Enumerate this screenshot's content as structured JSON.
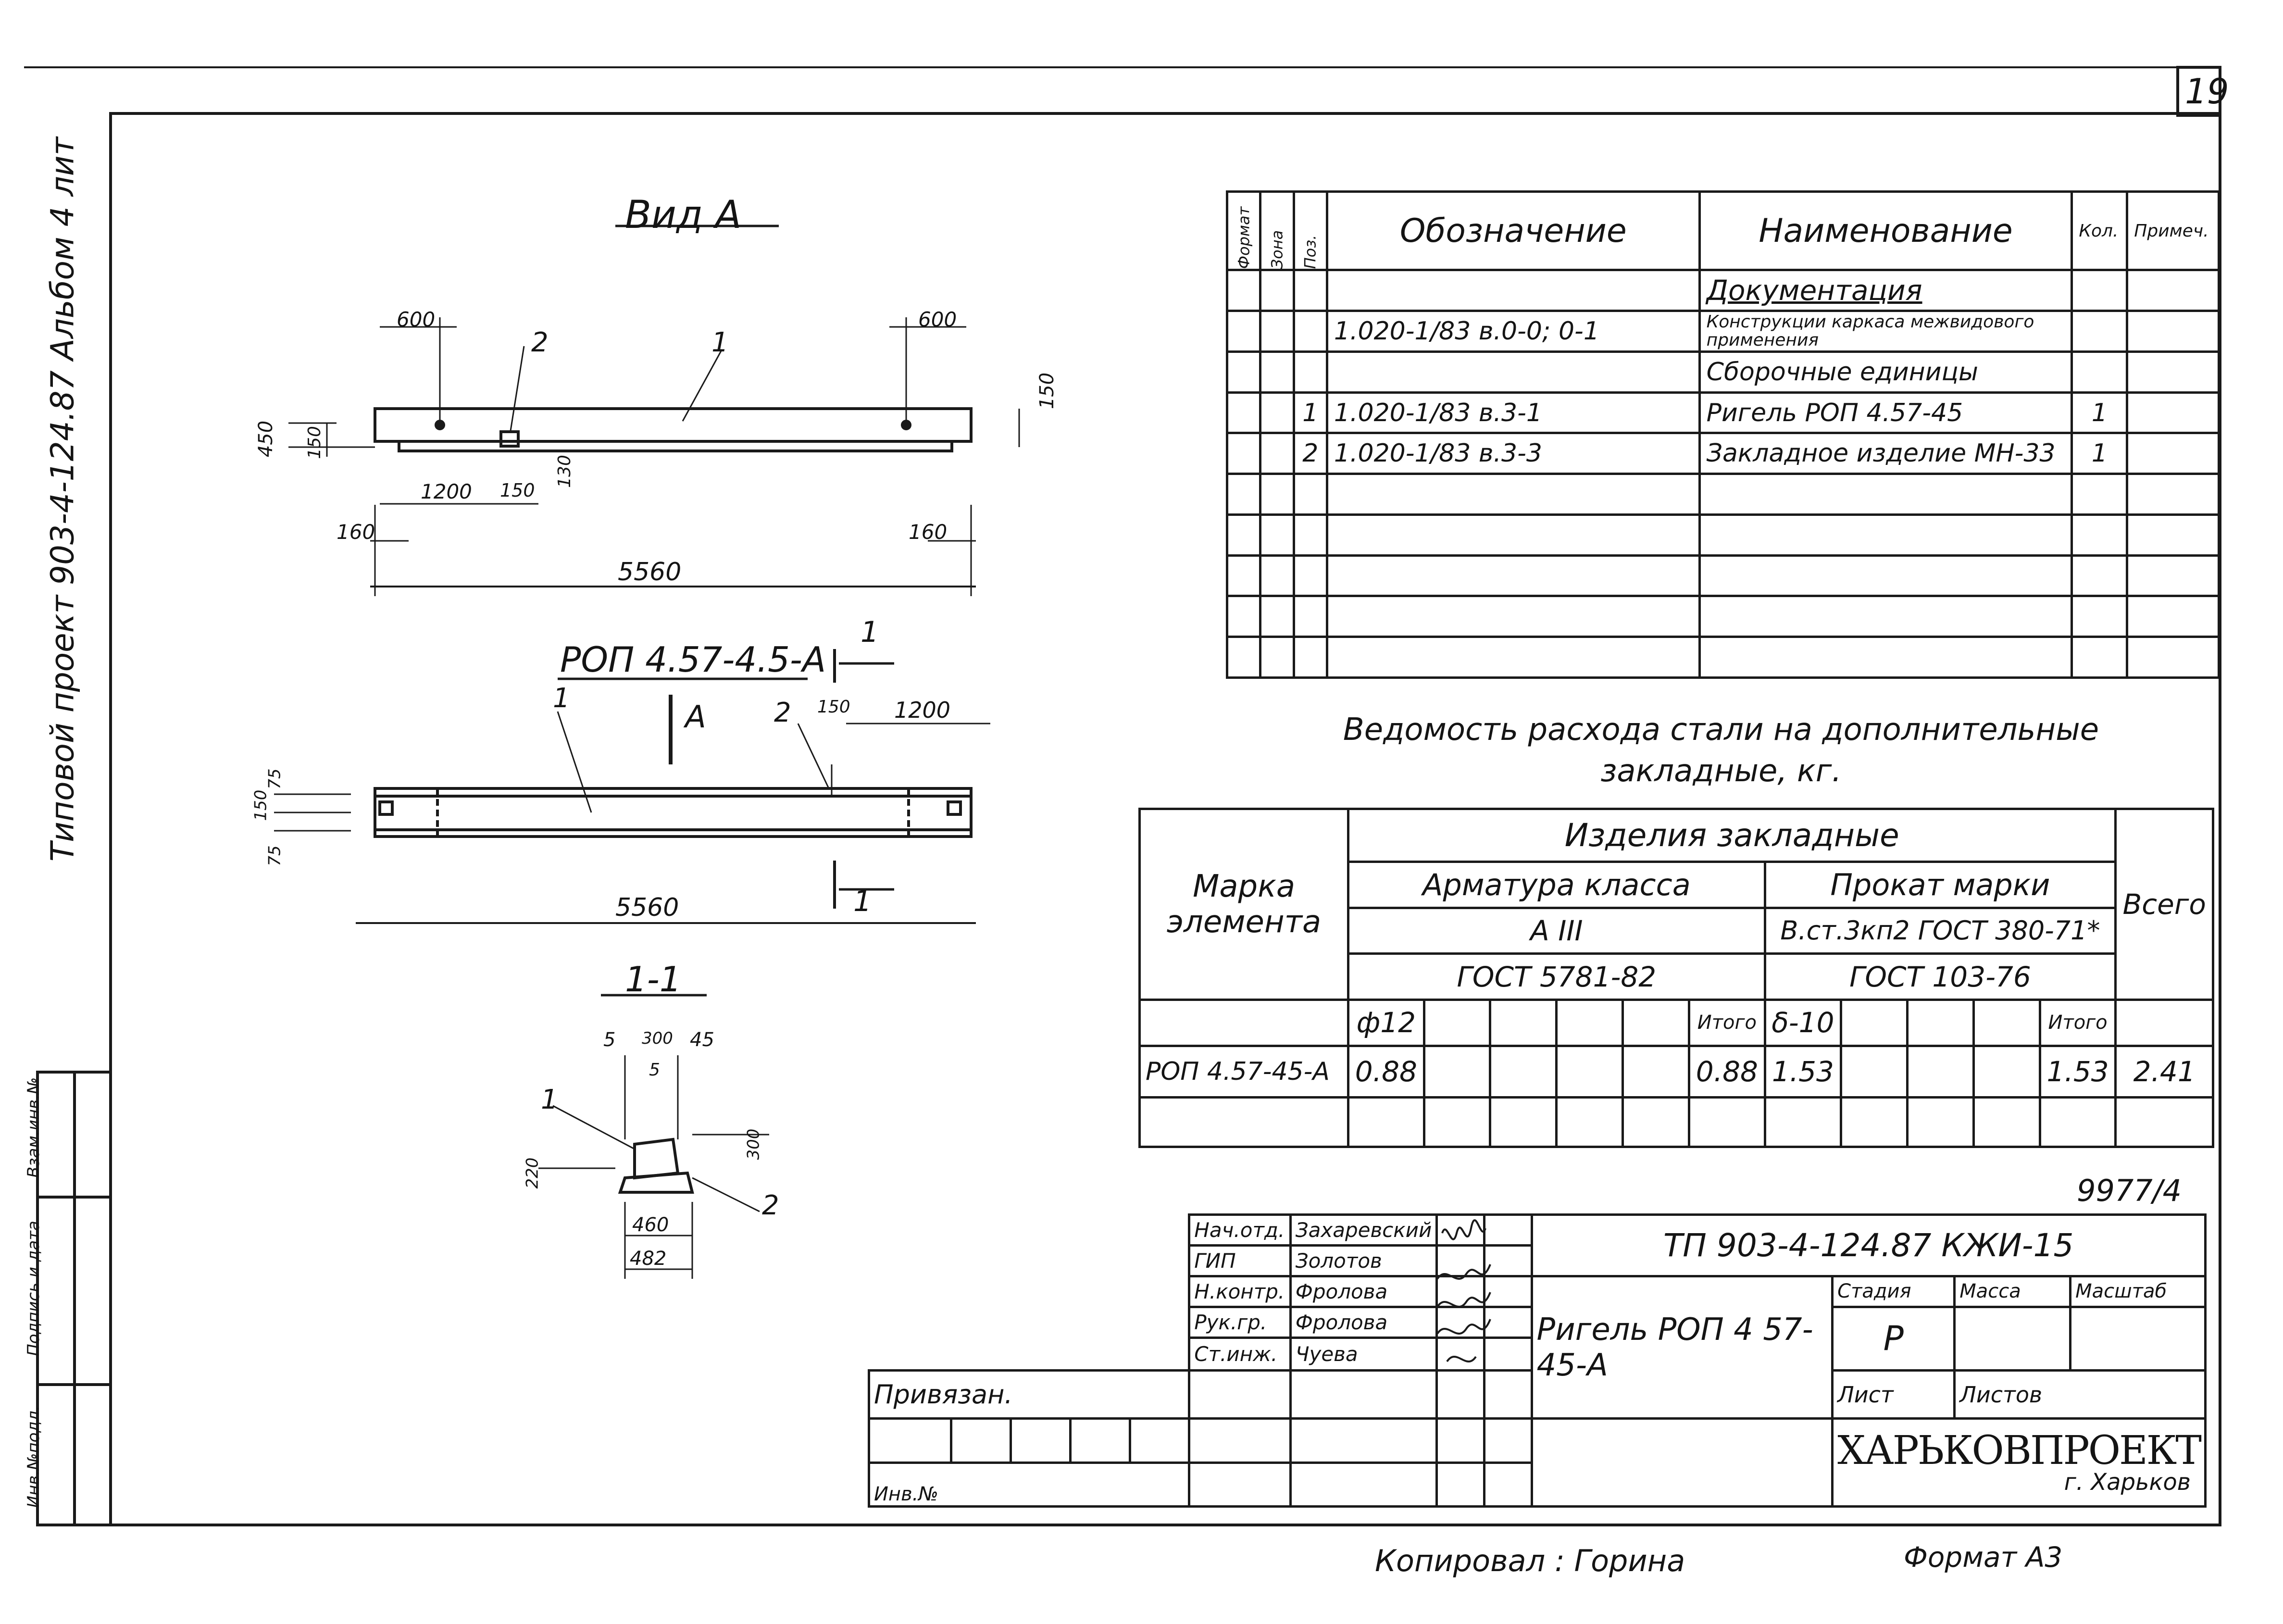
{
  "sheet": {
    "number": "19",
    "side_title": "Типовой проект 903-4-124.87  Альбом 4 лит",
    "side_fields": [
      "Инв.№подл.",
      "Подпись и дата",
      "Взам.инв.№"
    ],
    "copied": "Копировал : Горина",
    "format": "Формат  А3",
    "doc_no": "9977/4"
  },
  "drawings": {
    "view_a_title": "Вид А",
    "plan_title": "РОП 4.57-4.5-А",
    "section_title": "1-1",
    "section_mark": "1",
    "arrow_label": "А",
    "dims_view_a": [
      "600",
      "600",
      "150",
      "450",
      "150",
      "130",
      "1200",
      "150",
      "160",
      "160",
      "5560"
    ],
    "dims_plan": [
      "150",
      "1200",
      "75",
      "150",
      "75",
      "5560"
    ],
    "dims_section": [
      "5",
      "300",
      "45",
      "5",
      "300",
      "220",
      "460",
      "482"
    ],
    "positions": [
      "1",
      "2"
    ]
  },
  "spec_table": {
    "headers": {
      "format": "Формат",
      "zone": "Зона",
      "pos": "Поз.",
      "designation": "Обозначение",
      "name": "Наименование",
      "qty": "Кол.",
      "note": "Примеч."
    },
    "rows": [
      {
        "pos": "",
        "designation": "",
        "name": "Документация"
      },
      {
        "pos": "",
        "designation": "1.020-1/83 в.0-0; 0-1",
        "name": "Конструкции каркаса межвидового применения"
      },
      {
        "pos": "",
        "designation": "",
        "name": "Сборочные единицы"
      },
      {
        "pos": "1",
        "designation": "1.020-1/83  в.3-1",
        "name": "Ригель РОП 4.57-45",
        "qty": "1"
      },
      {
        "pos": "2",
        "designation": "1.020-1/83  в.3-3",
        "name": "Закладное изделие МН-33",
        "qty": "1"
      }
    ]
  },
  "steel_table": {
    "caption": "Ведомость расхода стали на дополнительные закладные, кг.",
    "group": "Изделия закладные",
    "mark_header": "Марка элемента",
    "rebar_header": "Арматура класса",
    "rebar_class": "А III",
    "rebar_gost": "ГОСТ 5781-82",
    "rolled_header": "Прокат марки",
    "rolled_grade": "В.ст.3кп2 ГОСТ 380-71*",
    "rolled_gost": "ГОСТ 103-76",
    "total_header": "Всего",
    "sub_phi": "ф12",
    "sub_itogo": "Итого",
    "sub_delta": "δ-10",
    "row": {
      "mark": "РОП 4.57-45-А",
      "phi12": "0.88",
      "rebar_total": "0.88",
      "delta10": "1.53",
      "rolled_total": "1.53",
      "total": "2.41"
    }
  },
  "stamp": {
    "code": "ТП 903-4-124.87    КЖИ-15",
    "title": "Ригель РОП 4 57-45-А",
    "bound": "Привязан.",
    "inv": "Инв.№",
    "stage_header": "Стадия",
    "mass_header": "Масса",
    "scale_header": "Масштаб",
    "stage": "Р",
    "sheet_header": "Лист",
    "sheets_header": "Листов",
    "org": "ХАРЬКОВПРОЕКТ",
    "city": "г. Харьков",
    "people": [
      {
        "role": "Нач.отд.",
        "name": "Захаревский"
      },
      {
        "role": "ГИП",
        "name": "Золотов"
      },
      {
        "role": "Н.контр.",
        "name": "Фролова"
      },
      {
        "role": "Рук.гр.",
        "name": "Фролова"
      },
      {
        "role": "Ст.инж.",
        "name": "Чуева"
      }
    ]
  }
}
